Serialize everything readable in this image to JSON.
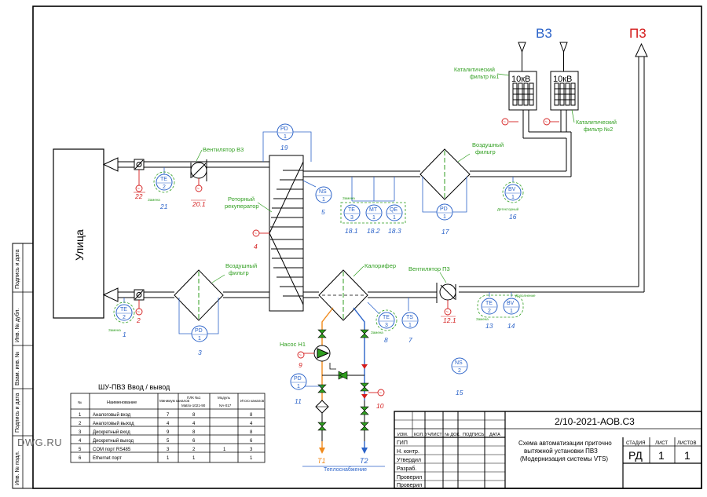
{
  "labels": {
    "b3": "В3",
    "p3": "П3",
    "ulitsa": "Улица",
    "cat_filter_1": [
      "Каталитический",
      "фильтр №1"
    ],
    "cat_filter_2": [
      "Каталитический",
      "фильтр №2"
    ],
    "heater_power_1": "10кВ",
    "heater_power_2": "10кВ",
    "fan_b3": "Вентилятор В3",
    "fan_p3": "Вентилятор П3",
    "air_filter_top": [
      "Воздушный",
      "фильтр"
    ],
    "air_filter_bottom": [
      "Воздушный",
      "фильтр"
    ],
    "rotor": [
      "Роторный",
      "рекуператор"
    ],
    "heater": "Калорифер",
    "pump": "Насос Н1",
    "heat_supply": "Теплоснабжение",
    "note_zameny_1": "Замена",
    "note_zameny_2": "Замена",
    "note_zameny_3": "Замена",
    "note_zameny_4": "Замена",
    "note_zameny_5": "Замена",
    "note_detektornyi": "Детекторный",
    "note_dopolnenie": "Дополнение"
  },
  "instruments": [
    {
      "id": "pd19",
      "type": "PD",
      "num": "1",
      "pos": "19"
    },
    {
      "id": "te21",
      "type": "TE",
      "num": "2",
      "pos": "21"
    },
    {
      "id": "ns5",
      "type": "NS",
      "num": "1",
      "pos": "5"
    },
    {
      "id": "te181",
      "type": "TE",
      "num": "3",
      "pos": "18.1"
    },
    {
      "id": "mt182",
      "type": "MT",
      "num": "1",
      "pos": "18.2"
    },
    {
      "id": "qe183",
      "type": "QE",
      "num": "1",
      "pos": "18.3"
    },
    {
      "id": "pd17",
      "type": "PD",
      "num": "1",
      "pos": "17"
    },
    {
      "id": "bv16",
      "type": "BV",
      "num": "1",
      "pos": "16"
    },
    {
      "id": "te1",
      "type": "TE",
      "num": "2",
      "pos": "1"
    },
    {
      "id": "pd3",
      "type": "PD",
      "num": "1",
      "pos": "3"
    },
    {
      "id": "te8",
      "type": "TE",
      "num": "3",
      "pos": "8"
    },
    {
      "id": "ts7",
      "type": "TS",
      "num": "1",
      "pos": "7"
    },
    {
      "id": "te13",
      "type": "TE",
      "num": "2",
      "pos": "13"
    },
    {
      "id": "bv14",
      "type": "BV",
      "num": "1",
      "pos": "14"
    },
    {
      "id": "pd11",
      "type": "PD",
      "num": "1",
      "pos": "11"
    },
    {
      "id": "ns15",
      "type": "NS",
      "num": "2",
      "pos": "15"
    }
  ],
  "drives": [
    {
      "id": "d22",
      "pos": "22"
    },
    {
      "id": "d201",
      "pos": "20.1"
    },
    {
      "id": "d4",
      "pos": "4"
    },
    {
      "id": "d2",
      "pos": "2"
    },
    {
      "id": "d121",
      "pos": "12.1"
    },
    {
      "id": "d9",
      "pos": "9"
    },
    {
      "id": "d10",
      "pos": "10"
    },
    {
      "id": "dcf1",
      "pos": ""
    },
    {
      "id": "dcf2",
      "pos": ""
    }
  ],
  "pipe_tags": {
    "t1": "Т1",
    "t2": "Т2"
  },
  "io_table": {
    "title": "ШУ-ПВЗ Ввод / вывод",
    "headers": [
      "№",
      "Наименование",
      "Минимум каналов",
      "ПЛК №1",
      "Модуль",
      "Итого каналов"
    ],
    "subheaders": [
      "",
      "",
      "",
      "Matrix-1021-90",
      "NA-017",
      ""
    ],
    "rows": [
      [
        "1",
        "Аналоговый вход",
        "7",
        "8",
        "",
        "8"
      ],
      [
        "2",
        "Аналоговый выход",
        "4",
        "4",
        "",
        "4"
      ],
      [
        "3",
        "Дискретный вход",
        "9",
        "8",
        "",
        "8"
      ],
      [
        "4",
        "Дискретный выход",
        "5",
        "6",
        "",
        "6"
      ],
      [
        "5",
        "COM порт RS485",
        "3",
        "2",
        "1",
        "3"
      ],
      [
        "6",
        "Ethernet порт",
        "1",
        "1",
        "",
        "1"
      ]
    ]
  },
  "title_block": {
    "code": "2/10-2021-АОВ.С3",
    "col_headers": [
      "ИЗМ.",
      "КОЛ. УЧ",
      "ЛИСТ",
      "№ ДОК.",
      "ПОДПИСЬ",
      "ДАТА"
    ],
    "roles": [
      "ГИП",
      "Н. контр.",
      "Утвердил",
      "Разраб.",
      "Проверил",
      "Проверил"
    ],
    "description": [
      "Схема автоматизации приточно",
      "вытяжной установки ПВЗ",
      "(Модернизация системы VTS)"
    ],
    "stage_label": "СТАДИЯ",
    "sheet_label": "ЛИСТ",
    "sheets_label": "ЛИСТОВ",
    "stage": "РД",
    "sheet": "1",
    "sheets": "1"
  },
  "side_stamp": [
    "Инв. № подл.",
    "Подпись и дата",
    "Взам. инв. №",
    "Инв. № дубл.",
    "Подпись и дата"
  ],
  "watermark": "DWG.RU",
  "colors": {
    "green": "#2f9e1f",
    "blue": "#2b63c9",
    "red": "#d41d1d",
    "orange": "#f08a1c",
    "duct": "#000000"
  }
}
